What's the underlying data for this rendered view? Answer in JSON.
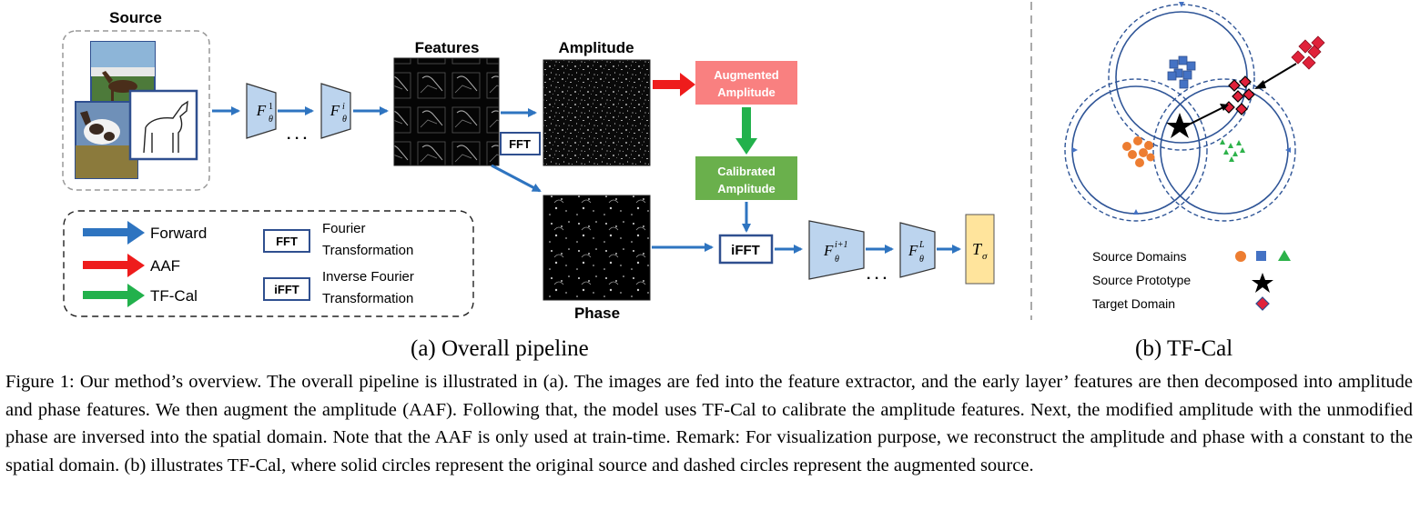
{
  "pipeline": {
    "source_title": "Source",
    "features_title": "Features",
    "amplitude_title": "Amplitude",
    "phase_title": "Phase",
    "fft_label": "FFT",
    "ifft_label": "iFFT",
    "augmented_label_1": "Augmented",
    "augmented_label_2": "Amplitude",
    "calibrated_label_1": "Calibrated",
    "calibrated_label_2": "Amplitude",
    "ellipsis": ". . .",
    "colors": {
      "forward": "#2e74c0",
      "aaf": "#ee1c1c",
      "tfcal": "#22b14c",
      "box_border": "#2f4f8f",
      "trap_fill": "#bcd4ee",
      "t_fill": "#ffe49c",
      "augmented_fill": "#f98080",
      "calibrated_fill": "#6ab04c"
    },
    "legend": {
      "forward": "Forward",
      "aaf": "AAF",
      "tfcal": "TF-Cal",
      "fft_box": "FFT",
      "fft_desc_1": "Fourier",
      "fft_desc_2": "Transformation",
      "ifft_box": "iFFT",
      "ifft_desc_1": "Inverse Fourier",
      "ifft_desc_2": "Transformation"
    }
  },
  "tfcal": {
    "legend": {
      "source_domains": "Source Domains",
      "source_prototype": "Source Prototype",
      "target_domain": "Target Domain"
    },
    "colors": {
      "orange": "#ed7d31",
      "blue": "#4472c4",
      "green": "#2db24a",
      "target": "#e0223a",
      "circle": "#2f5597"
    }
  },
  "subcaptions": {
    "a": "(a) Overall pipeline",
    "b": "(b) TF-Cal"
  },
  "caption": "Figure 1: Our method’s overview. The overall pipeline is illustrated in (a). The images are fed into the feature extractor, and the early layer’ features are then decomposed into amplitude and phase features. We then augment the amplitude (AAF). Following that, the model uses TF-Cal to calibrate the amplitude features. Next, the modified amplitude with the unmodified phase are inversed into the spatial domain. Note that the AAF is only used at train-time. Remark: For visualization purpose, we reconstruct the amplitude and phase with a constant to the spatial domain. (b) illustrates TF-Cal, where solid circles represent the original source and dashed circles represent the augmented source."
}
